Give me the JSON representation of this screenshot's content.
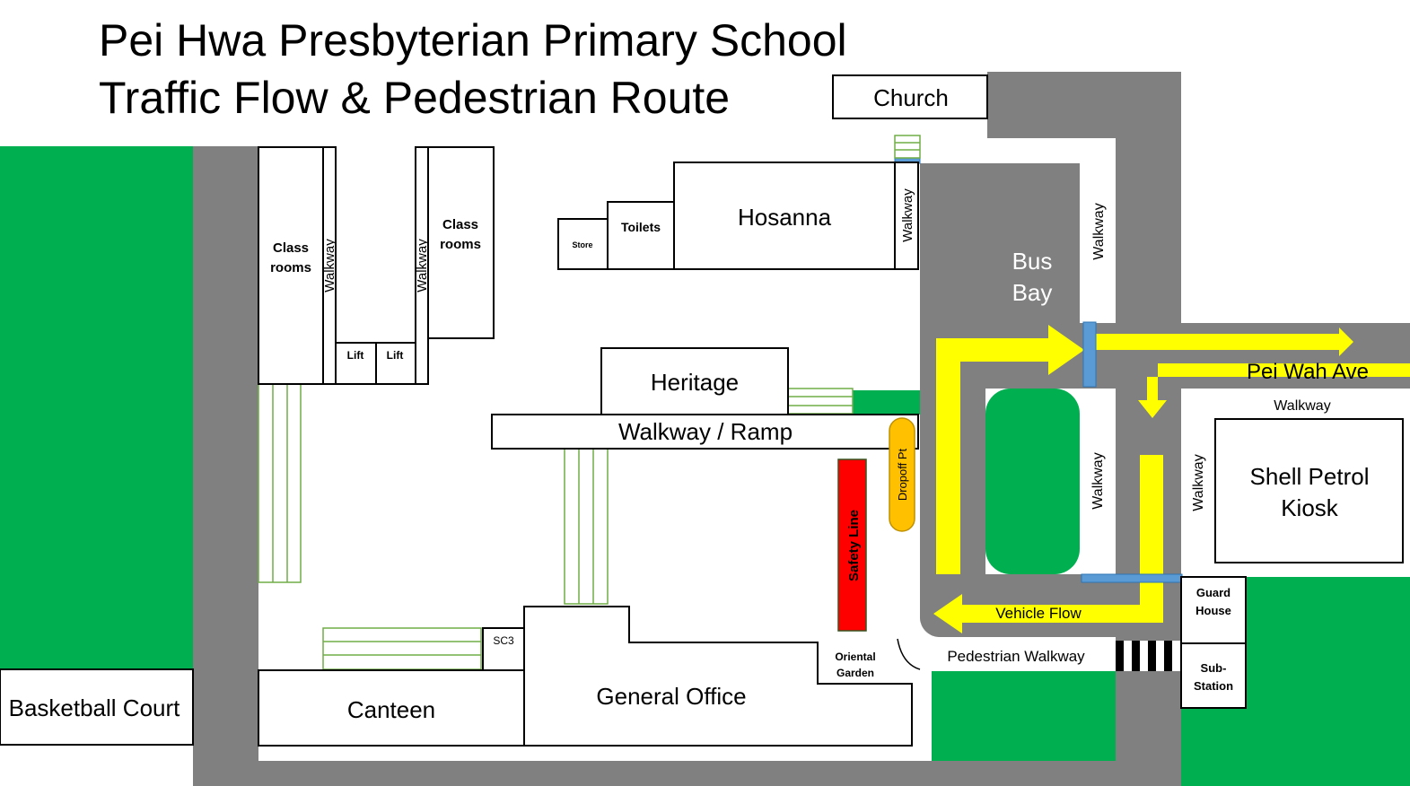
{
  "title": {
    "line1": "Pei Hwa Presbyterian Primary School",
    "line2": "Traffic Flow & Pedestrian Route"
  },
  "buildings": {
    "church": "Church",
    "classrooms_left_1": "Class",
    "classrooms_left_2": "rooms",
    "classrooms_right_1": "Class",
    "classrooms_right_2": "rooms",
    "lift_1": "Lift",
    "lift_2": "Lift",
    "store": "Store",
    "toilets": "Toilets",
    "hosanna": "Hosanna",
    "heritage": "Heritage",
    "walkway_ramp": "Walkway / Ramp",
    "canteen": "Canteen",
    "sc3": "SC3",
    "general_office": "General Office",
    "oriental_garden_1": "Oriental",
    "oriental_garden_2": "Garden",
    "basketball_court": "Basketball Court",
    "guard_house_1": "Guard",
    "guard_house_2": "House",
    "sub_station_1": "Sub-",
    "sub_station_2": "Station",
    "shell_1": "Shell Petrol",
    "shell_2": "Kiosk"
  },
  "labels": {
    "walkway": "Walkway",
    "bus_bay_1": "Bus",
    "bus_bay_2": "Bay",
    "pei_wah_ave": "Pei Wah Ave",
    "dropoff": "Dropoff Pt",
    "safety_line": "Safety Line",
    "vehicle_flow": "Vehicle Flow",
    "pedestrian_walkway": "Pedestrian Walkway"
  },
  "colors": {
    "road": "#808080",
    "grass": "#00b050",
    "traffic_arrow": "#ffff00",
    "barrier": "#5b9bd5",
    "safety_line": "#ff0000",
    "dropoff": "#ffc000",
    "stairs": "#70ad47"
  }
}
